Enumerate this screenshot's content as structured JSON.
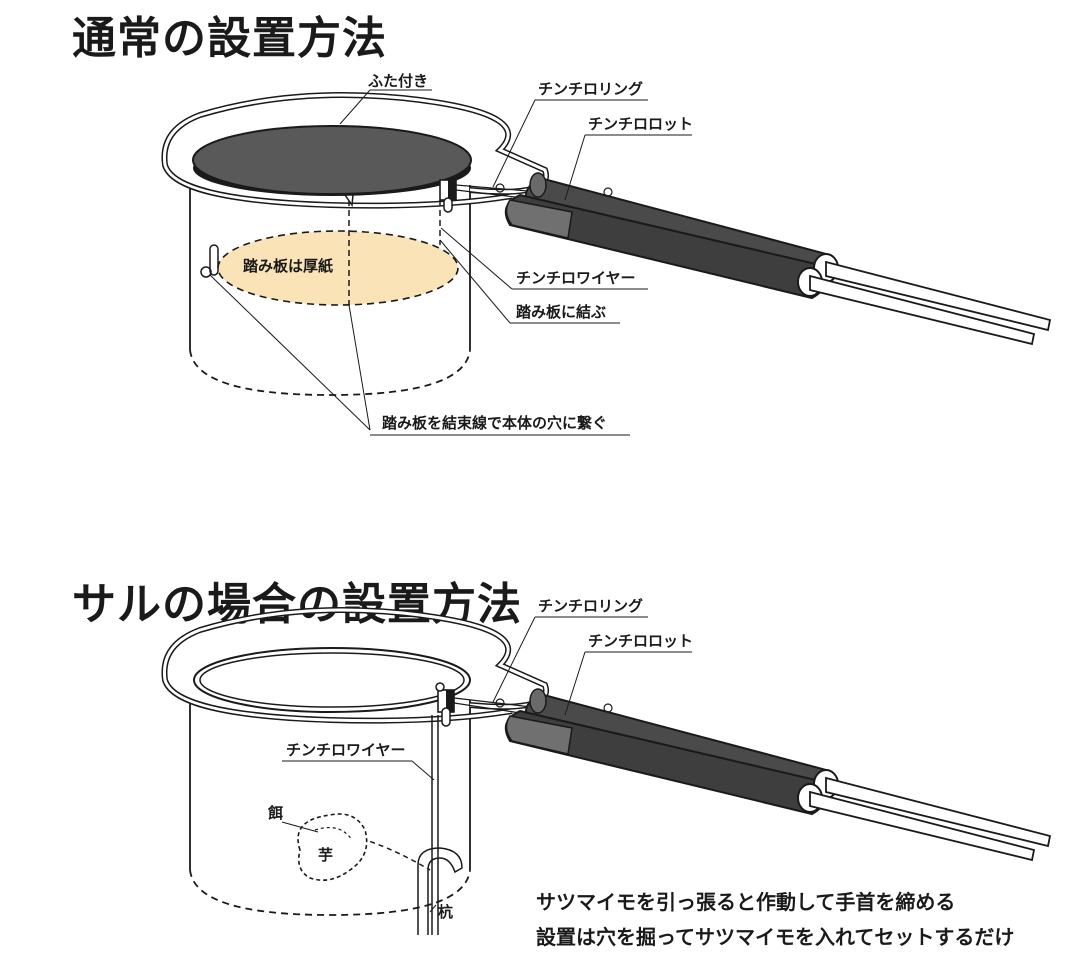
{
  "diagram1": {
    "title": "通常の設置方法",
    "labels": {
      "lid": "ふた付き",
      "ring": "チンチロリング",
      "rod": "チンチロロット",
      "plate": "踏み板は厚紙",
      "wire": "チンチロワイヤー",
      "tie": "踏み板に結ぶ",
      "tie_plate": "踏み板を結束線で本体の穴に繋ぐ"
    }
  },
  "diagram2": {
    "title": "サルの場合の設置方法",
    "labels": {
      "ring": "チンチロリング",
      "rod": "チンチロロット",
      "wire": "チンチロワイヤー",
      "bait": "餌",
      "potato": "芋",
      "stake": "杭"
    },
    "note_line1": "サツマイモを引っ張ると作動して手首を締める",
    "note_line2": "設置は穴を掘ってサツマイモを入れてセットするだけ"
  },
  "colors": {
    "ink": "#1a1a1a",
    "lid": "#595959",
    "rod": "#4a4a4a",
    "plate": "#fbe3b8"
  }
}
